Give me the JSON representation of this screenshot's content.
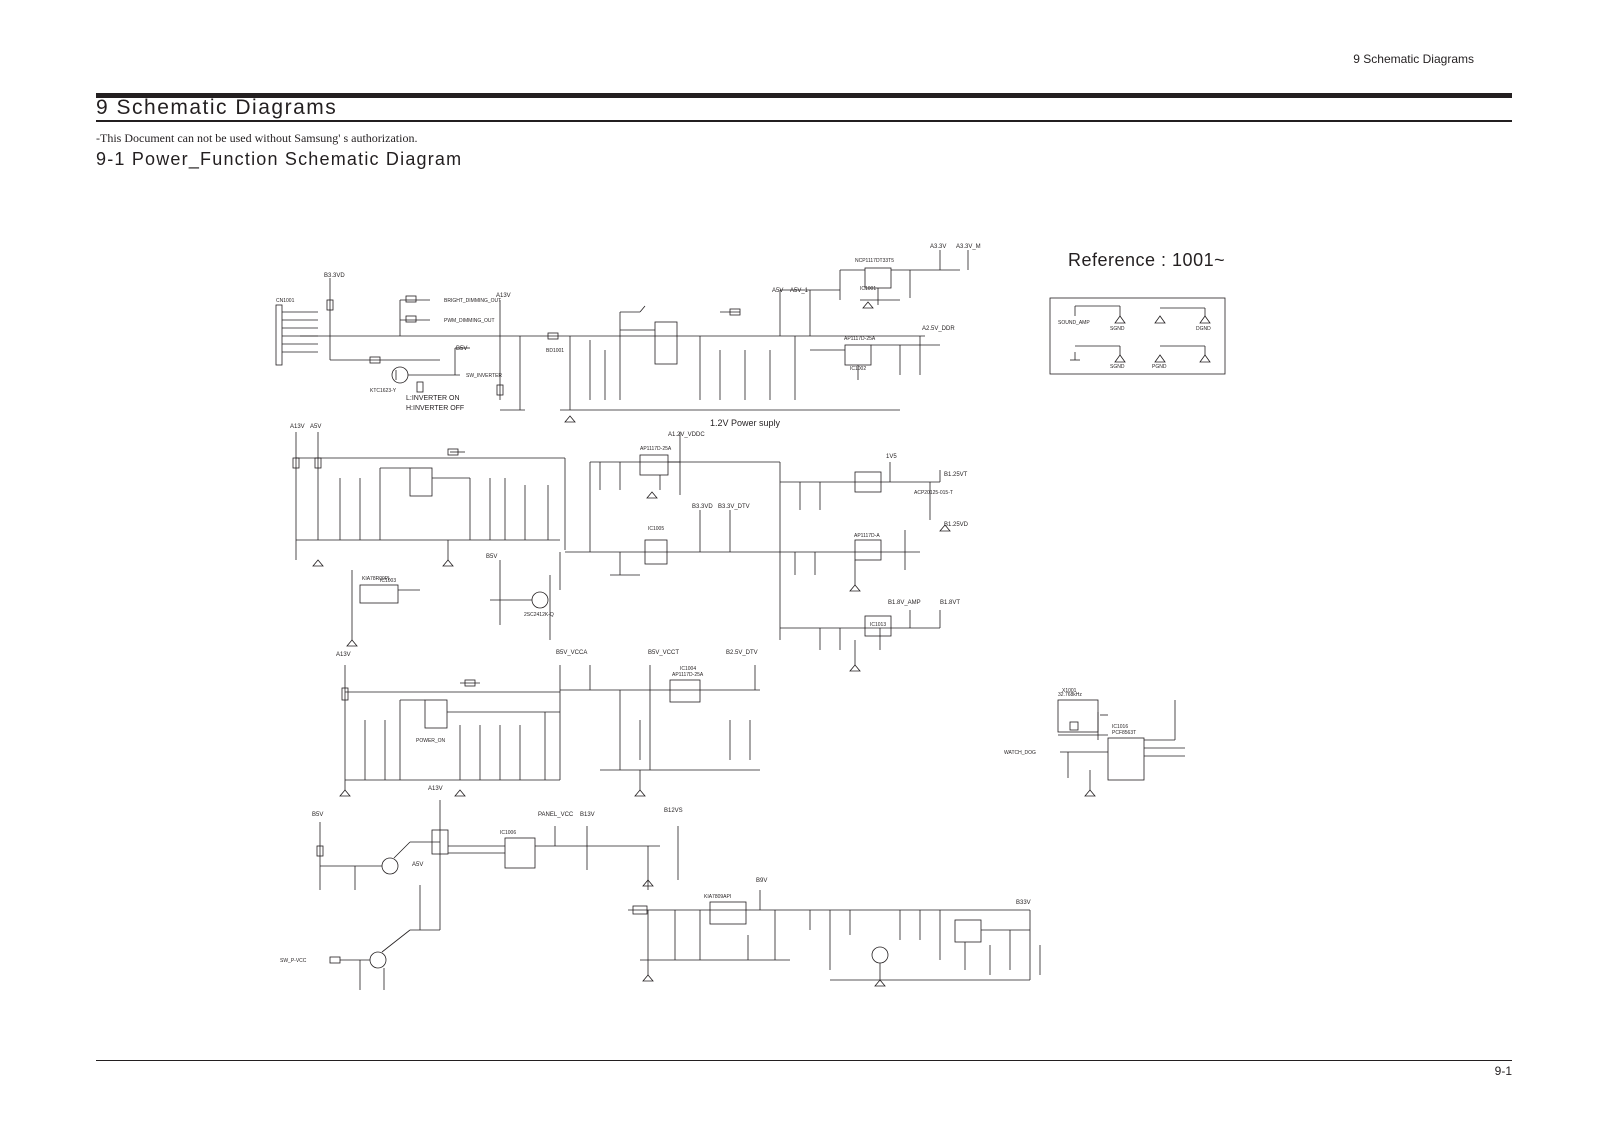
{
  "header": {
    "section_label": "9 Schematic Diagrams",
    "title": "9 Schematic Diagrams",
    "notice": "-This Document can not be used without Samsung' s authorization.",
    "subtitle": "9-1 Power_Function Schematic Diagram"
  },
  "reference": "Reference : 1001~",
  "legend": {
    "sound_amp": "SOUND_AMP",
    "ground_labels": [
      "SGND",
      "DGND",
      "SGND",
      "PGND"
    ]
  },
  "schematic": {
    "net_labels": [
      "B3.3VD",
      "A13V",
      "A5V",
      "A5V_1",
      "A3.3V",
      "A3.3V_M",
      "A2.5V_DDR",
      "A1.2V_VDDC",
      "B3.3VD",
      "B3.3V_DTV",
      "B1.25VT",
      "B1.25VD",
      "B1.8V_AMP",
      "B1.8VT",
      "B5V",
      "B5V_VCCA",
      "B5V_VCCT",
      "B2.5V_DTV",
      "PANEL_VCC",
      "B13V",
      "B12VS",
      "B9V",
      "B33V",
      "1V5",
      "A13V",
      "A5V",
      "B5V",
      "A13V",
      "A13V",
      "B5V",
      "A5V"
    ],
    "notes": [
      "L:INVERTER ON",
      "H:INVERTER OFF",
      "1.2V Power suply"
    ],
    "parts": [
      "NCP1117DT33T5",
      "AP1117D-25A",
      "AP1117D-A",
      "AP1117D-25A",
      "KIA7809API",
      "KIA78R09PI",
      "KTC1623-Y",
      "2SC2412K-Q",
      "AP1117D-25A",
      "32.768kHz",
      "IC1016",
      "PCF8563T",
      "WATCH_DOG",
      "SW_P-VCC",
      "POWER_ON",
      "BRIGHT_DIMMING_OUT",
      "PWM_DIMMING_OUT",
      "SW_INVERTER",
      "CN1001",
      "BD1001",
      "IC1001",
      "IC1002",
      "IC1003",
      "IC1004",
      "IC1005",
      "IC1006",
      "IC1013",
      "X1001",
      "ACP20125-015-T"
    ]
  },
  "footer": {
    "page_number": "9-1"
  }
}
